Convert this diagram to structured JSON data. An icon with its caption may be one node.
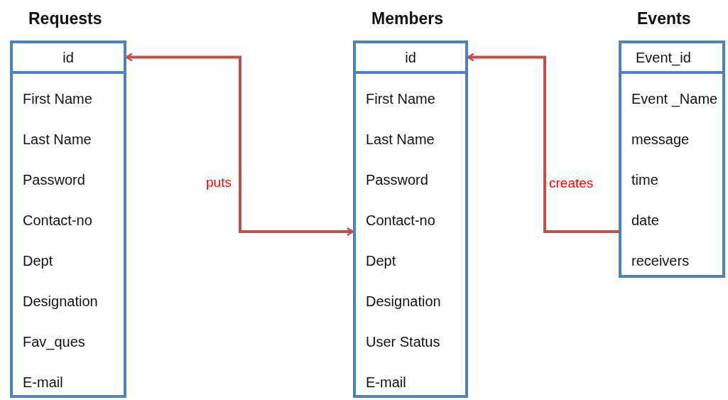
{
  "diagram": {
    "nodes": [
      {
        "text": [
          "Requests",
          "First Name",
          "Last Name",
          "Password",
          "Contact-no",
          "Dept",
          "Designation",
          "Fav_ques",
          "E-mail"
        ]
      },
      {
        "text": [
          "id"
        ],
        "in": 0
      },
      {
        "text": [
          "Members",
          "First Name",
          "Last Name",
          "Password",
          "Contact-no",
          "Dept",
          "Designation",
          "User Status",
          "E-mail"
        ]
      },
      {
        "text": [
          "id"
        ],
        "in": 2
      },
      {
        "text": [
          "Events",
          "Event _Name",
          "message",
          "time",
          "date",
          "receivers"
        ]
      },
      {
        "text": [
          "Event_id"
        ],
        "in": 4
      }
    ],
    "edges": [
      {
        "from": 2,
        "to": 1,
        "arrow": "both",
        "label": "puts"
      },
      {
        "from": 4,
        "to": 3,
        "arrow": "to",
        "label": "creates"
      }
    ]
  }
}
